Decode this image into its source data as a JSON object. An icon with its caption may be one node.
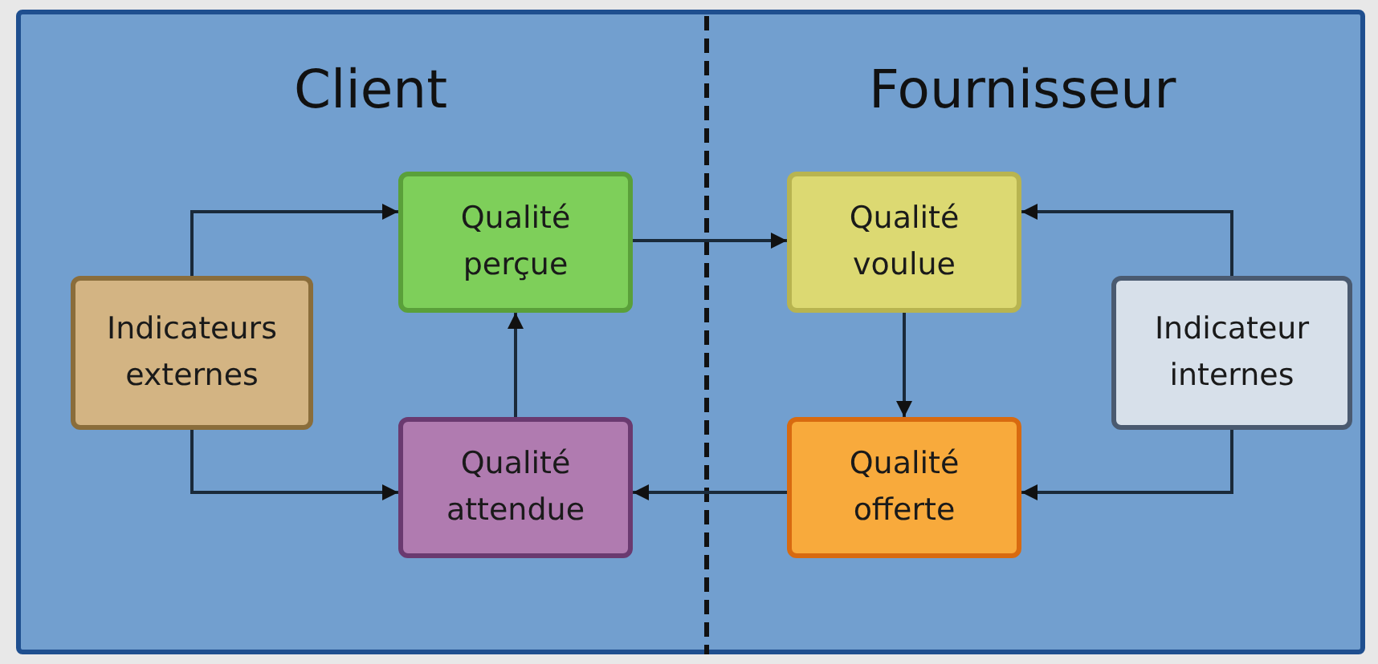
{
  "diagram": {
    "nodes": [
      {
        "text": [
          "Indicateurs externes"
        ]
      },
      {
        "text": [
          "Qualité perçue"
        ]
      },
      {
        "text": [
          "Qualité attendue"
        ]
      },
      {
        "text": [
          "Qualité voulue"
        ]
      },
      {
        "text": [
          "Qualité offerte"
        ]
      },
      {
        "text": [
          "Indicateur internes"
        ]
      }
    ],
    "edges": [
      {
        "from": 0,
        "to": 1,
        "arrow": "to"
      },
      {
        "from": 0,
        "to": 2,
        "arrow": "to"
      },
      {
        "from": 2,
        "to": 1,
        "arrow": "to"
      },
      {
        "from": 1,
        "to": 3,
        "arrow": "to"
      },
      {
        "from": 3,
        "to": 4,
        "arrow": "to"
      },
      {
        "from": 4,
        "to": 2,
        "arrow": "to"
      },
      {
        "from": 5,
        "to": 3,
        "arrow": "to"
      },
      {
        "from": 5,
        "to": 4,
        "arrow": "to"
      }
    ],
    "labels": [
      "Client",
      "Fournisseur"
    ]
  }
}
